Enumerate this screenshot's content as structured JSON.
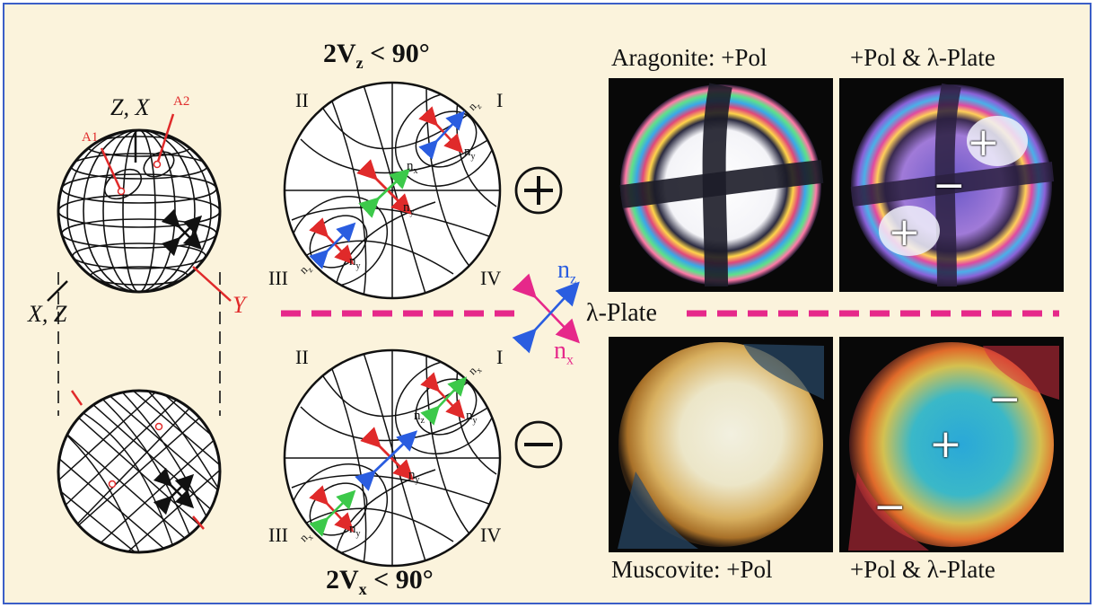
{
  "left": {
    "axis_top": "Z, X",
    "axis_left": "X, Z",
    "axis_y": "Y",
    "optic_axis_1": "A1",
    "optic_axis_2": "A2"
  },
  "top_diagram": {
    "title": "2V",
    "title_sub": "z",
    "title_rest": " < 90°",
    "quadrants": [
      "I",
      "II",
      "III",
      "IV"
    ],
    "sign": "+",
    "labels": {
      "nz": "n",
      "nz_sub": "z",
      "ny": "n",
      "ny_sub": "y",
      "nx": "n",
      "nx_sub": "x"
    }
  },
  "bottom_diagram": {
    "title": "2V",
    "title_sub": "x",
    "title_rest": " < 90°",
    "quadrants": [
      "I",
      "II",
      "III",
      "IV"
    ],
    "sign": "−"
  },
  "legend": {
    "nz": "n",
    "nz_sub": "z",
    "nx": "n",
    "nx_sub": "x",
    "plate": "λ-Plate"
  },
  "photos": {
    "aragonite_pol": "Aragonite: +Pol",
    "aragonite_plate": "+Pol & λ-Plate",
    "muscovite_pol": "Muscovite: +Pol",
    "muscovite_plate": "+Pol & λ-Plate",
    "plus": "+",
    "minus": "−"
  },
  "colors": {
    "frame": "#3b5ec7",
    "background": "#fbf3dc",
    "red_axis": "#e02a2a",
    "blue_axis": "#2a5de0",
    "green_axis": "#3cc94a",
    "magenta_line": "#e6288a"
  }
}
